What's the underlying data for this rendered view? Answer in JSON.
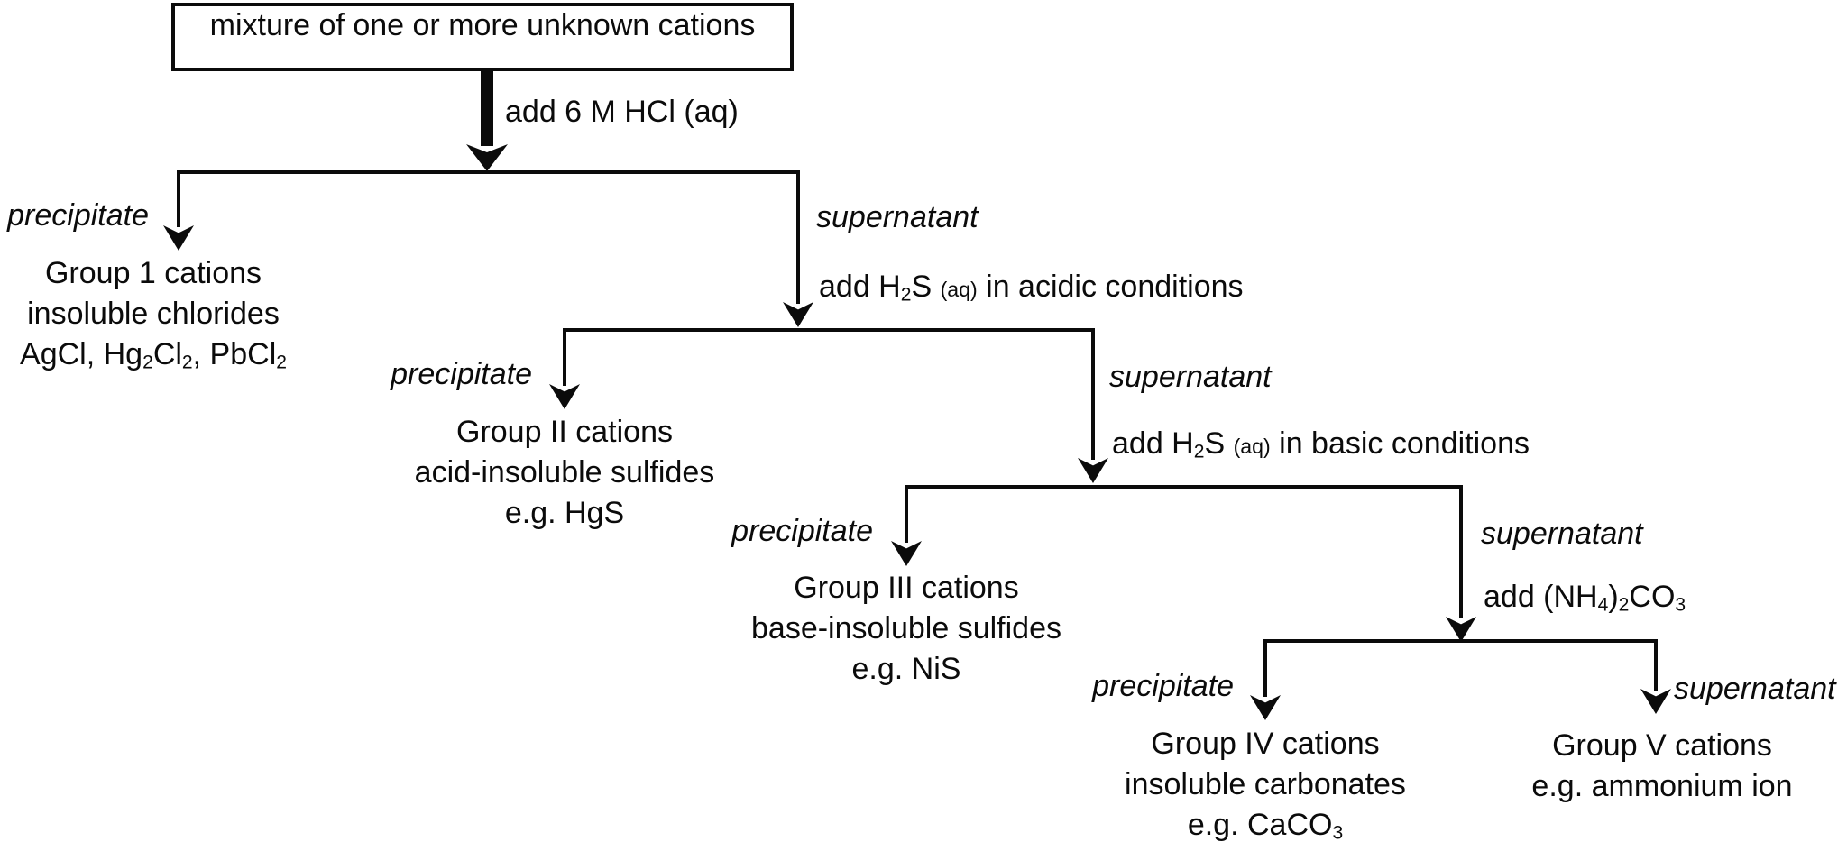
{
  "source": {
    "label": "mixture of one or more unknown cations"
  },
  "initial_reagent": {
    "label": "add 6 M HCl (aq)"
  },
  "branches": [
    {
      "precipitate_label": "precipitate",
      "supernatant_label": "supernatant",
      "supernatant_reagent": [
        {
          "t": "add H"
        },
        {
          "t": "2",
          "s": "sub"
        },
        {
          "t": "S "
        },
        {
          "t": "(aq)",
          "s": "small"
        },
        {
          "t": " in acidic conditions"
        }
      ],
      "precipitate_result": [
        [
          {
            "t": "Group 1 cations"
          }
        ],
        [
          {
            "t": "insoluble chlorides"
          }
        ],
        [
          {
            "t": "AgCl, Hg"
          },
          {
            "t": "2",
            "s": "sub"
          },
          {
            "t": "Cl"
          },
          {
            "t": "2",
            "s": "sub"
          },
          {
            "t": ", PbCl"
          },
          {
            "t": "2",
            "s": "sub"
          }
        ]
      ]
    },
    {
      "precipitate_label": "precipitate",
      "supernatant_label": "supernatant",
      "supernatant_reagent": [
        {
          "t": "add H"
        },
        {
          "t": "2",
          "s": "sub"
        },
        {
          "t": "S "
        },
        {
          "t": "(aq)",
          "s": "small"
        },
        {
          "t": " in basic conditions"
        }
      ],
      "precipitate_result": [
        [
          {
            "t": "Group II cations"
          }
        ],
        [
          {
            "t": "acid-insoluble sulfides"
          }
        ],
        [
          {
            "t": "e.g. HgS"
          }
        ]
      ]
    },
    {
      "precipitate_label": "precipitate",
      "supernatant_label": "supernatant",
      "supernatant_reagent": [
        {
          "t": "add (NH"
        },
        {
          "t": "4",
          "s": "sub"
        },
        {
          "t": ")"
        },
        {
          "t": "2",
          "s": "sub"
        },
        {
          "t": "CO"
        },
        {
          "t": "3",
          "s": "sub"
        }
      ],
      "precipitate_result": [
        [
          {
            "t": "Group III cations"
          }
        ],
        [
          {
            "t": "base-insoluble sulfides"
          }
        ],
        [
          {
            "t": "e.g. NiS"
          }
        ]
      ]
    },
    {
      "precipitate_label": "precipitate",
      "supernatant_label": "supernatant",
      "precipitate_result": [
        [
          {
            "t": "Group IV cations"
          }
        ],
        [
          {
            "t": "insoluble carbonates"
          }
        ],
        [
          {
            "t": "e.g. CaCO"
          },
          {
            "t": "3",
            "s": "sub"
          }
        ]
      ],
      "supernatant_result": [
        [
          {
            "t": "Group V cations"
          }
        ],
        [
          {
            "t": "e.g. ammonium ion"
          }
        ]
      ]
    }
  ]
}
